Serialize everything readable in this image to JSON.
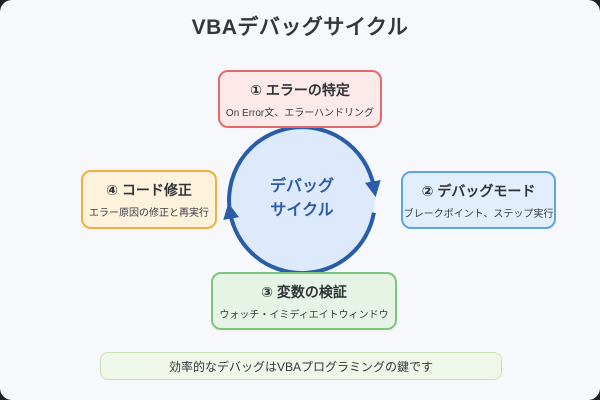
{
  "title": "VBAデバッグサイクル",
  "cycle": {
    "label_line1": "デバッグ",
    "label_line2": "サイクル",
    "ring_color": "#2a5ca8",
    "fill_color": "#ddeafb",
    "text_color": "#2e5aa8",
    "direction": "clockwise"
  },
  "steps": [
    {
      "title": "① エラーの特定",
      "subtitle": "On Error文、エラーハンドリング",
      "accent": "#e26a6a",
      "bg": "#fce9e9",
      "position": "top"
    },
    {
      "title": "② デバッグモード",
      "subtitle": "ブレークポイント、ステップ実行",
      "accent": "#5fa4e6",
      "bg": "#e1effc",
      "position": "right"
    },
    {
      "title": "③ 変数の検証",
      "subtitle": "ウォッチ・イミディエイトウィンドウ",
      "accent": "#7cc57c",
      "bg": "#e6f4e6",
      "position": "bottom"
    },
    {
      "title": "④ コード修正",
      "subtitle": "エラー原因の修正と再実行",
      "accent": "#f2ae45",
      "bg": "#fdf3dc",
      "position": "left"
    }
  ],
  "footer": {
    "note": "効率的なデバッグはVBAプログラミングの鍵です"
  },
  "colors": {
    "background": "#f7f8fb",
    "title_text": "#33373d"
  }
}
